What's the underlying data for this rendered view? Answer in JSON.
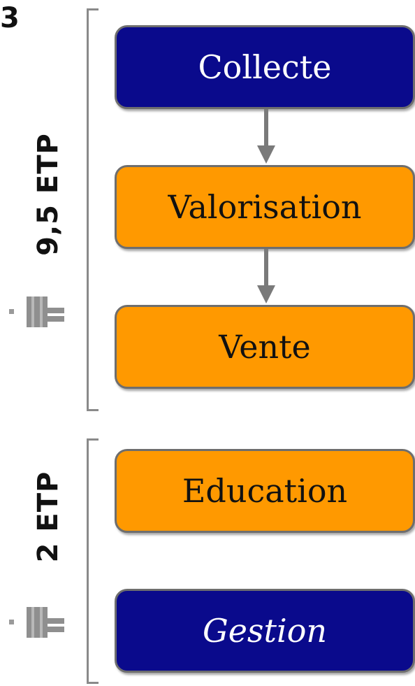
{
  "corner_number": "3",
  "groups": [
    {
      "label": "9,5 ETP"
    },
    {
      "label": "2 ETP"
    }
  ],
  "boxes": [
    {
      "label": "Collecte",
      "color": "#0a0a8c"
    },
    {
      "label": "Valorisation",
      "color": "#ff9900"
    },
    {
      "label": "Vente",
      "color": "#ff9900"
    },
    {
      "label": "Education",
      "color": "#ff9900"
    },
    {
      "label": "Gestion",
      "color": "#0a0a8c"
    }
  ],
  "icons": [
    "person-icon",
    "person-icon"
  ]
}
